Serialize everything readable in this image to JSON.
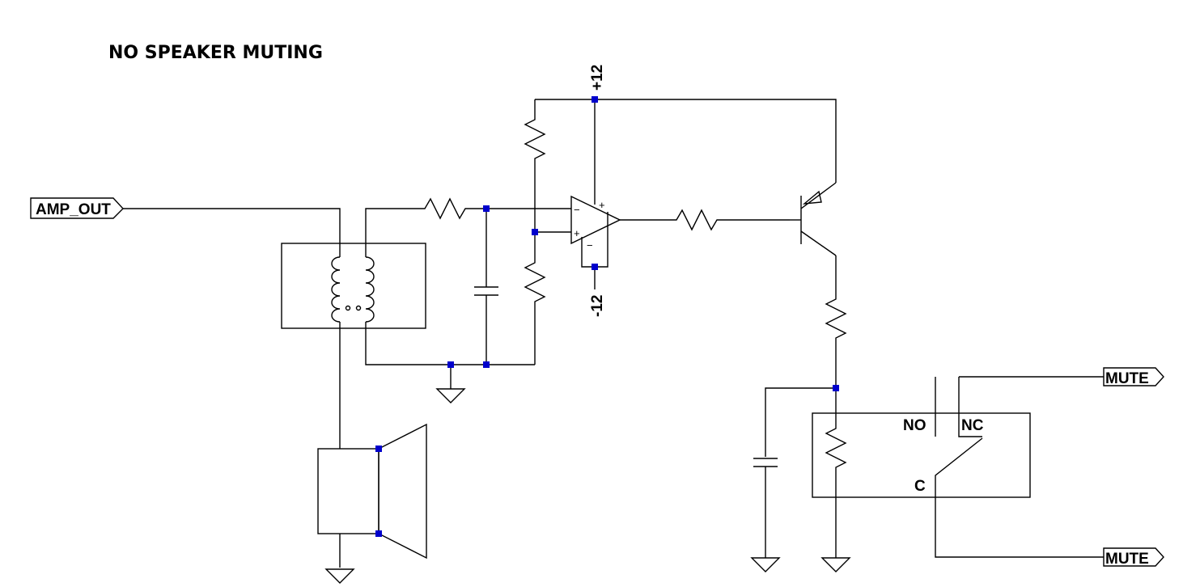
{
  "title": "NO SPEAKER MUTING",
  "labels": {
    "amp_out": "AMP_OUT",
    "plus12": "+12",
    "minus12": "-12",
    "mute_top": "MUTE",
    "mute_bottom": "MUTE",
    "relay_no": "NO",
    "relay_nc": "NC",
    "relay_c": "C",
    "opamp_inv": "−",
    "opamp_noninv": "+",
    "opamp_vplus": "+",
    "opamp_vminus": "−"
  },
  "colors": {
    "wire": "#000000",
    "junction": "#0000cc",
    "background": "#ffffff"
  }
}
